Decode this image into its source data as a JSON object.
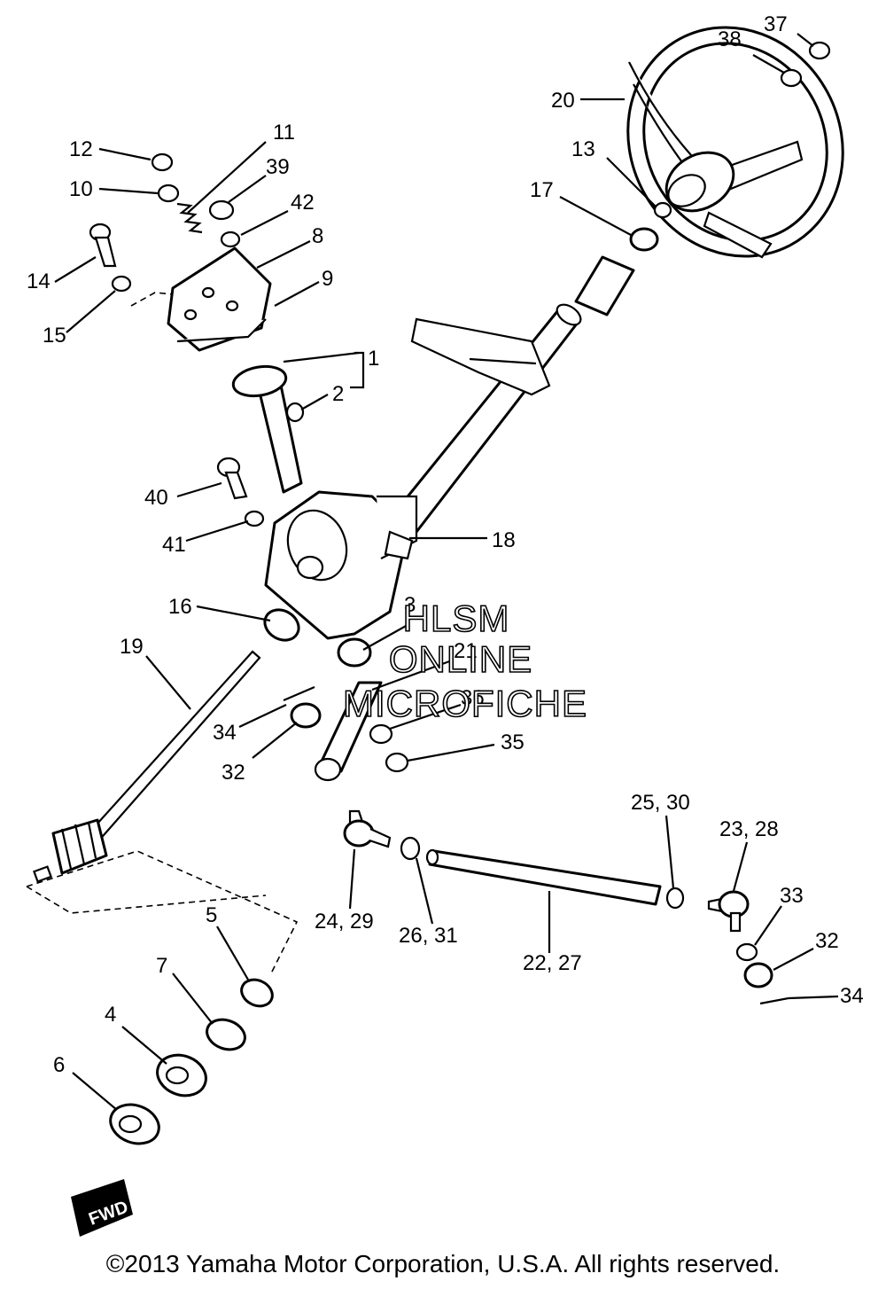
{
  "diagram": {
    "callouts": [
      "11",
      "39",
      "42",
      "8",
      "9",
      "12",
      "10",
      "14",
      "15",
      "1",
      "2",
      "40",
      "41",
      "18",
      "16",
      "19",
      "3",
      "21",
      "36",
      "35",
      "34",
      "32",
      "37",
      "38",
      "20",
      "13",
      "17",
      "25, 30",
      "23, 28",
      "33",
      "32",
      "34",
      "24, 29",
      "26, 31",
      "22, 27",
      "5",
      "7",
      "4",
      "6"
    ],
    "watermark": [
      "HLSM",
      "ONLINE",
      "MICROFICHE"
    ],
    "badge_text": "FWD"
  },
  "footer": {
    "copyright": "©2013 Yamaha Motor Corporation, U.S.A. All rights reserved."
  }
}
